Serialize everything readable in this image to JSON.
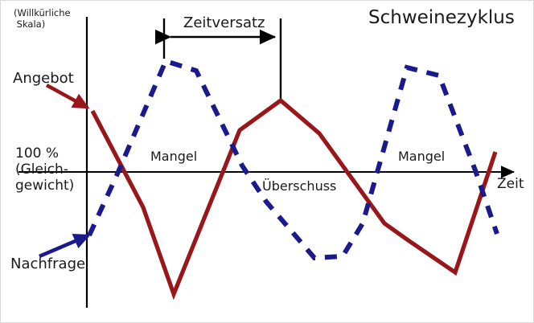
{
  "figure": {
    "title": "Schweinezyklus",
    "axis_note": "(Willkürliche\n Skala)",
    "y_axis_label": "100 %\n(Gleich-\ngewicht)",
    "x_axis_label": "Zeit",
    "lag_label": "Zeitversatz",
    "supply_label": "Angebot",
    "demand_label": "Nachfrage",
    "shortage_label_1": "Mangel",
    "shortage_label_2": "Mangel",
    "surplus_label": "Überschuss",
    "colors": {
      "supply": "#99161a",
      "demand": "#1a1a8c",
      "axis": "#000000",
      "text": "#1a1a1a",
      "background": "#ffffff",
      "border": "#d9d9d9"
    }
  },
  "chart_data": {
    "type": "line",
    "title": "Schweinezyklus",
    "xlabel": "Zeit",
    "ylabel": "100 % (Gleichgewicht)",
    "grid": false,
    "legend": "inline-annotations",
    "axis_note": "(Willkürliche Skala)",
    "equilibrium_line_y": 213,
    "y_axis_x": 107,
    "annotations": [
      {
        "text": "Mangel",
        "x": 186,
        "y": 185
      },
      {
        "text": "Überschuss",
        "x": 325,
        "y": 222
      },
      {
        "text": "Mangel",
        "x": 494,
        "y": 185
      },
      {
        "text": "Zeitversatz",
        "x": 227,
        "y": 17,
        "span_x": [
          203,
          348
        ],
        "arrow_y": 45
      }
    ],
    "series": [
      {
        "name": "Angebot",
        "style": "solid",
        "color": "#99161a",
        "points": [
          [
            114,
            137
          ],
          [
            177,
            257
          ],
          [
            215,
            365
          ],
          [
            297,
            161
          ],
          [
            348,
            124
          ],
          [
            396,
            165
          ],
          [
            477,
            277
          ],
          [
            505,
            297
          ],
          [
            565,
            338
          ],
          [
            615,
            188
          ]
        ]
      },
      {
        "name": "Nachfrage",
        "style": "dashed",
        "color": "#1a1a8c",
        "points": [
          [
            110,
            292
          ],
          [
            146,
            213
          ],
          [
            205,
            75
          ],
          [
            243,
            87
          ],
          [
            300,
            205
          ],
          [
            330,
            250
          ],
          [
            390,
            320
          ],
          [
            425,
            318
          ],
          [
            450,
            277
          ],
          [
            505,
            83
          ],
          [
            545,
            93
          ],
          [
            590,
            211
          ],
          [
            617,
            290
          ]
        ]
      }
    ]
  }
}
